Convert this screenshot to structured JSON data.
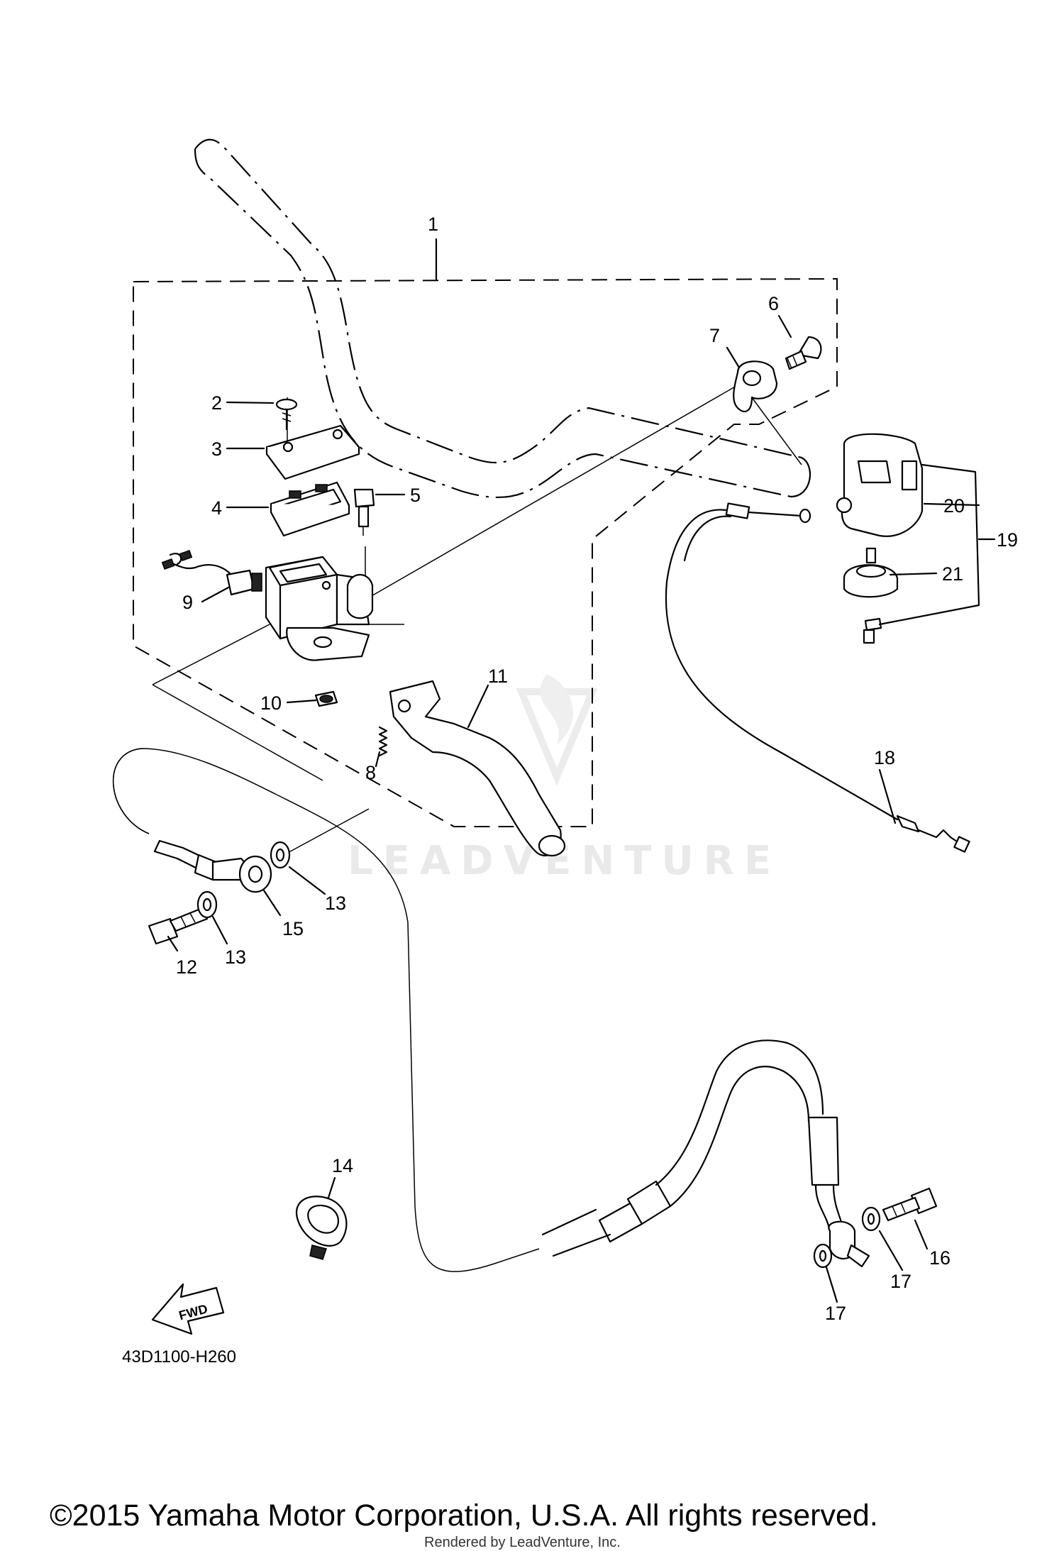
{
  "diagram": {
    "callouts": [
      "1",
      "2",
      "3",
      "4",
      "5",
      "6",
      "7",
      "8",
      "9",
      "10",
      "11",
      "12",
      "13",
      "13",
      "14",
      "15",
      "16",
      "17",
      "17",
      "18",
      "19",
      "20",
      "21"
    ],
    "fwd_label": "FWD",
    "diagram_code": "43D1100-H260",
    "watermark": "LEADVENTURE",
    "copyright": "©2015 Yamaha Motor Corporation, U.S.A. All rights reserved.",
    "rendered_by": "Rendered by LeadVenture, Inc."
  }
}
